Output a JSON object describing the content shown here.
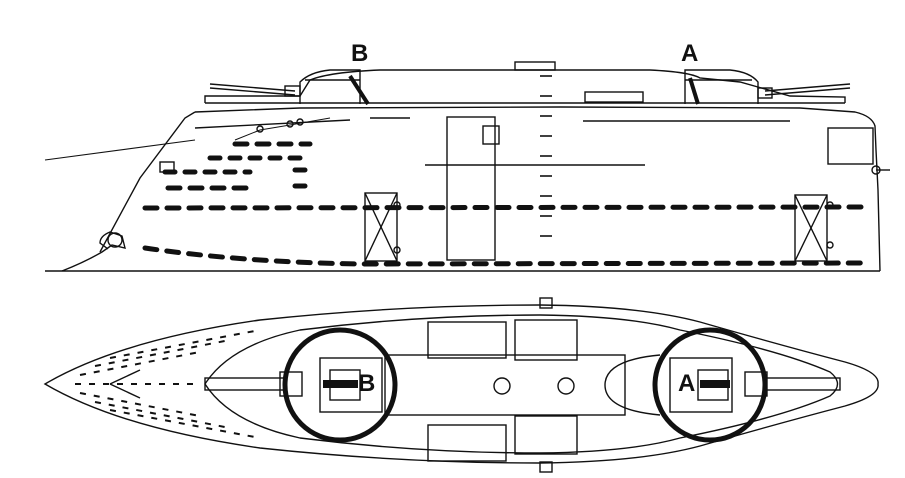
{
  "labels": {
    "side_turret_b": "B",
    "side_turret_a": "A",
    "plan_turret_b": "B",
    "plan_turret_a": "A"
  },
  "colors": {
    "ink": "#111111",
    "paper": "#ffffff"
  }
}
